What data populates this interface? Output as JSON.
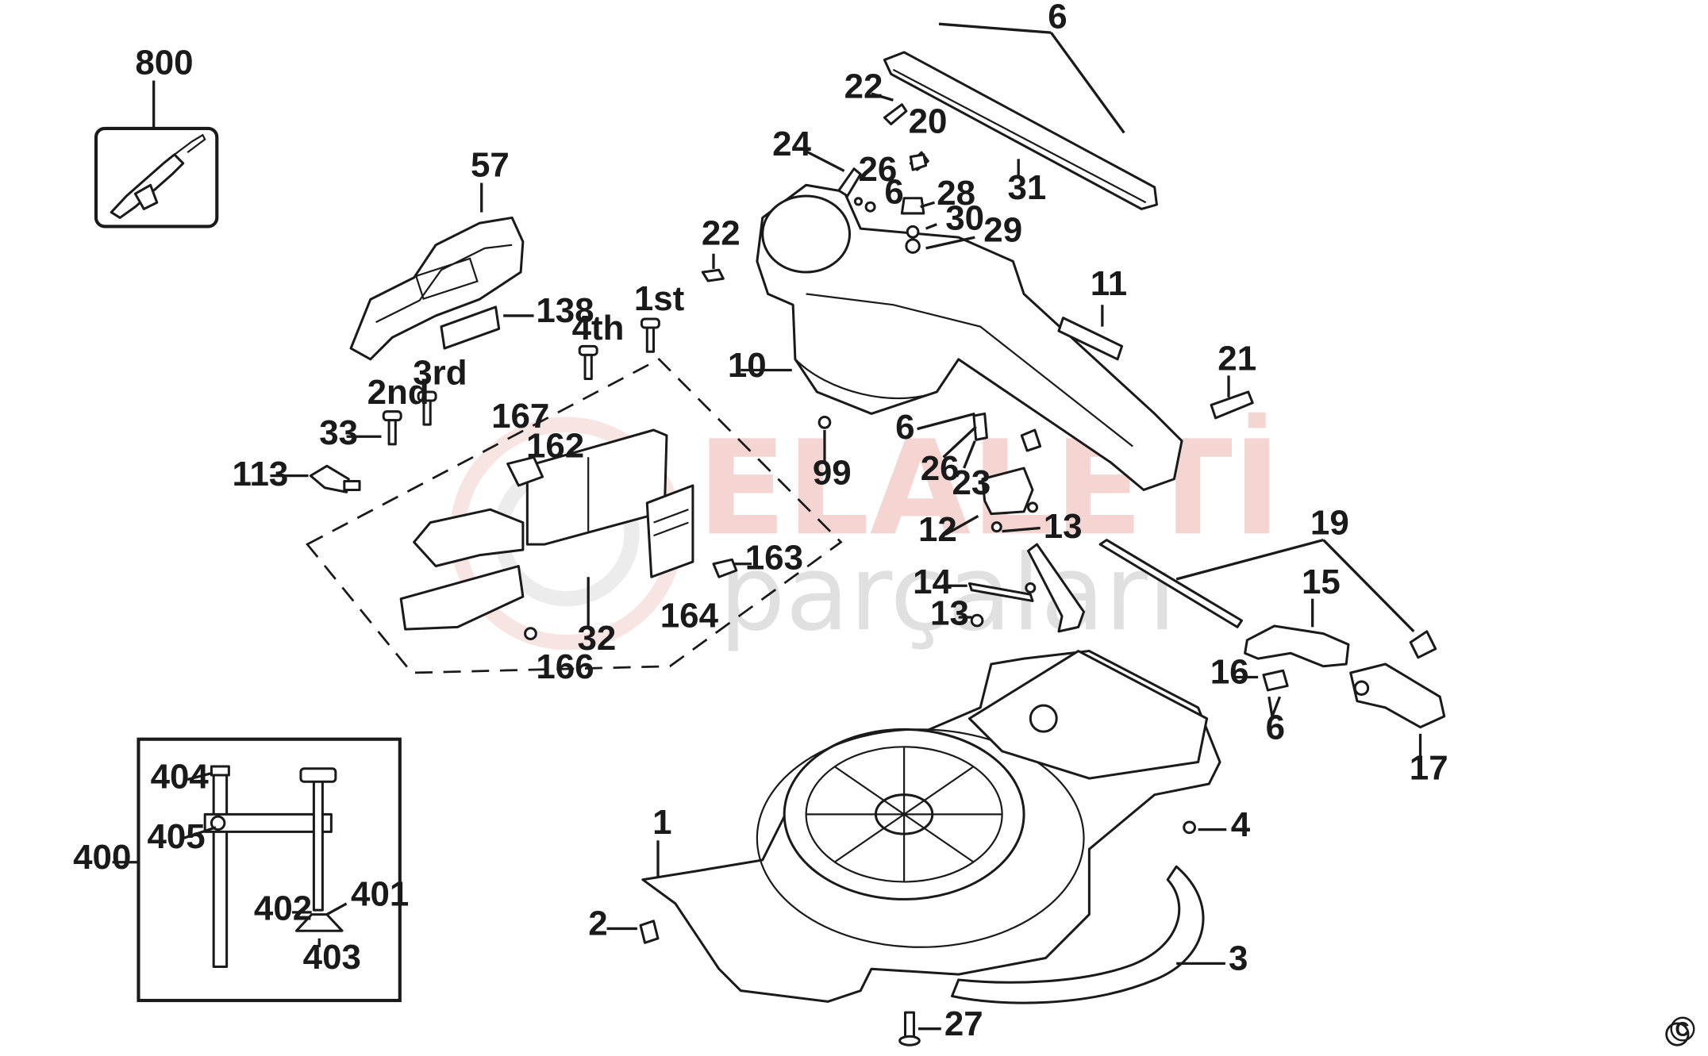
{
  "watermark": {
    "line1": "ELALETİ",
    "line2": "parçaları"
  },
  "copyright_symbol": "©",
  "callouts": [
    {
      "id": "c800",
      "text": "800"
    },
    {
      "id": "c57",
      "text": "57"
    },
    {
      "id": "c138",
      "text": "138"
    },
    {
      "id": "c1st",
      "text": "1st"
    },
    {
      "id": "c4th",
      "text": "4th"
    },
    {
      "id": "c3rd",
      "text": "3rd"
    },
    {
      "id": "c2nd",
      "text": "2nd"
    },
    {
      "id": "c33",
      "text": "33"
    },
    {
      "id": "c113",
      "text": "113"
    },
    {
      "id": "c167",
      "text": "167"
    },
    {
      "id": "c162",
      "text": "162"
    },
    {
      "id": "c163",
      "text": "163"
    },
    {
      "id": "c164",
      "text": "164"
    },
    {
      "id": "c32",
      "text": "32"
    },
    {
      "id": "c166",
      "text": "166"
    },
    {
      "id": "c6a",
      "text": "6"
    },
    {
      "id": "c22a",
      "text": "22"
    },
    {
      "id": "c20",
      "text": "20"
    },
    {
      "id": "c24",
      "text": "24"
    },
    {
      "id": "c26a",
      "text": "26"
    },
    {
      "id": "c6b",
      "text": "6"
    },
    {
      "id": "c28",
      "text": "28"
    },
    {
      "id": "c30",
      "text": "30"
    },
    {
      "id": "c29",
      "text": "29"
    },
    {
      "id": "c31",
      "text": "31"
    },
    {
      "id": "c22b",
      "text": "22"
    },
    {
      "id": "c11",
      "text": "11"
    },
    {
      "id": "c10",
      "text": "10"
    },
    {
      "id": "c21",
      "text": "21"
    },
    {
      "id": "c6c",
      "text": "6"
    },
    {
      "id": "c26b",
      "text": "26"
    },
    {
      "id": "c23",
      "text": "23"
    },
    {
      "id": "c99",
      "text": "99"
    },
    {
      "id": "c12",
      "text": "12"
    },
    {
      "id": "c13a",
      "text": "13"
    },
    {
      "id": "c19",
      "text": "19"
    },
    {
      "id": "c15",
      "text": "15"
    },
    {
      "id": "c14",
      "text": "14"
    },
    {
      "id": "c13b",
      "text": "13"
    },
    {
      "id": "c16",
      "text": "16"
    },
    {
      "id": "c6d",
      "text": "6"
    },
    {
      "id": "c17",
      "text": "17"
    },
    {
      "id": "c1",
      "text": "1"
    },
    {
      "id": "c4",
      "text": "4"
    },
    {
      "id": "c2",
      "text": "2"
    },
    {
      "id": "c3",
      "text": "3"
    },
    {
      "id": "c27",
      "text": "27"
    },
    {
      "id": "c404",
      "text": "404"
    },
    {
      "id": "c405",
      "text": "405"
    },
    {
      "id": "c400",
      "text": "400"
    },
    {
      "id": "c402",
      "text": "402"
    },
    {
      "id": "c401",
      "text": "401"
    },
    {
      "id": "c403",
      "text": "403"
    }
  ]
}
